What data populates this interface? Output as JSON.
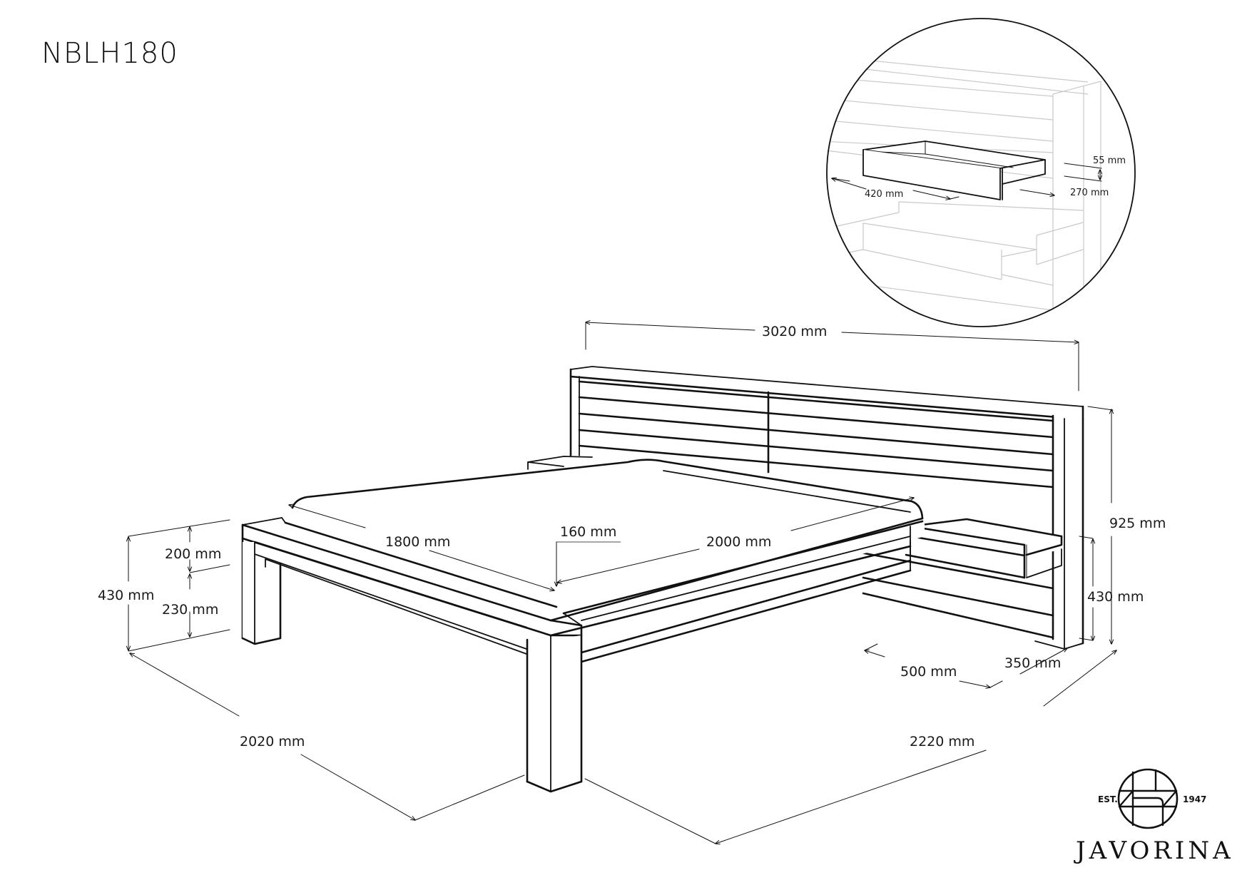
{
  "title": "NBLH180",
  "brand": {
    "name": "JAVORINA",
    "est_label": "EST.",
    "est_year": "1947"
  },
  "dimensions": {
    "overall_width": "3020 mm",
    "headboard_height": "925 mm",
    "nightstand_height": "430 mm",
    "frame_height": "430 mm",
    "upper_frame": "200 mm",
    "lower_frame": "230 mm",
    "mattress_width": "1800 mm",
    "mattress_length": "2000 mm",
    "frame_edge": "160 mm",
    "overall_depth_left": "2020 mm",
    "overall_length_right": "2220 mm",
    "nightstand_width": "500 mm",
    "nightstand_depth": "350 mm"
  },
  "drawer_detail": {
    "width": "420 mm",
    "depth": "270 mm",
    "height": "55 mm"
  },
  "colors": {
    "line": "#111111",
    "ghost_line": "#c9c9c9",
    "background": "#ffffff"
  }
}
